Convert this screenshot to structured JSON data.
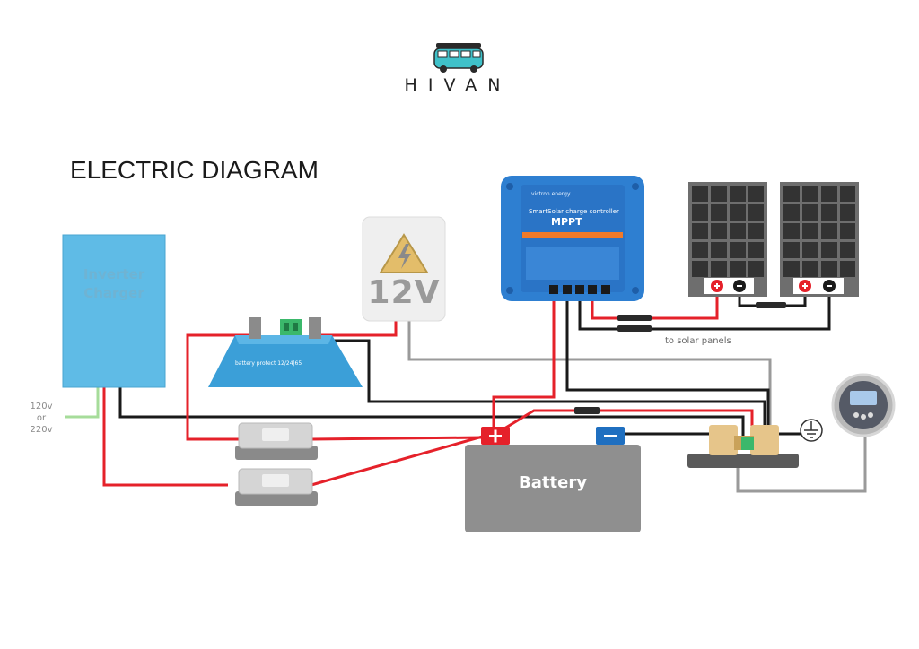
{
  "brand": {
    "name": "HIVAN",
    "icon": "van-icon"
  },
  "title": "ELECTRIC DIAGRAM",
  "components": {
    "inverter": {
      "label_line1": "Inverter",
      "label_line2": "Charger"
    },
    "ac_input": {
      "line1": "120v",
      "line2": "or",
      "line3": "220v"
    },
    "battery": {
      "label": "Battery"
    },
    "fuse_box": {
      "label": "12V"
    },
    "mppt": {
      "brand": "victron energy",
      "subtitle": "SmartSolar charge controller",
      "model": "MPPT"
    },
    "battery_protect": {
      "label": "battery protect 12/24|65"
    },
    "solar_note": "to solar panels"
  },
  "colors": {
    "positive": "#e5212a",
    "negative": "#1a1a1a",
    "signal": "#9a9a9a",
    "ac": "#a6dc9a",
    "victron_blue": "#2e7fd1",
    "inverter": "#5fbbe6",
    "battery": "#8f8f8f"
  }
}
